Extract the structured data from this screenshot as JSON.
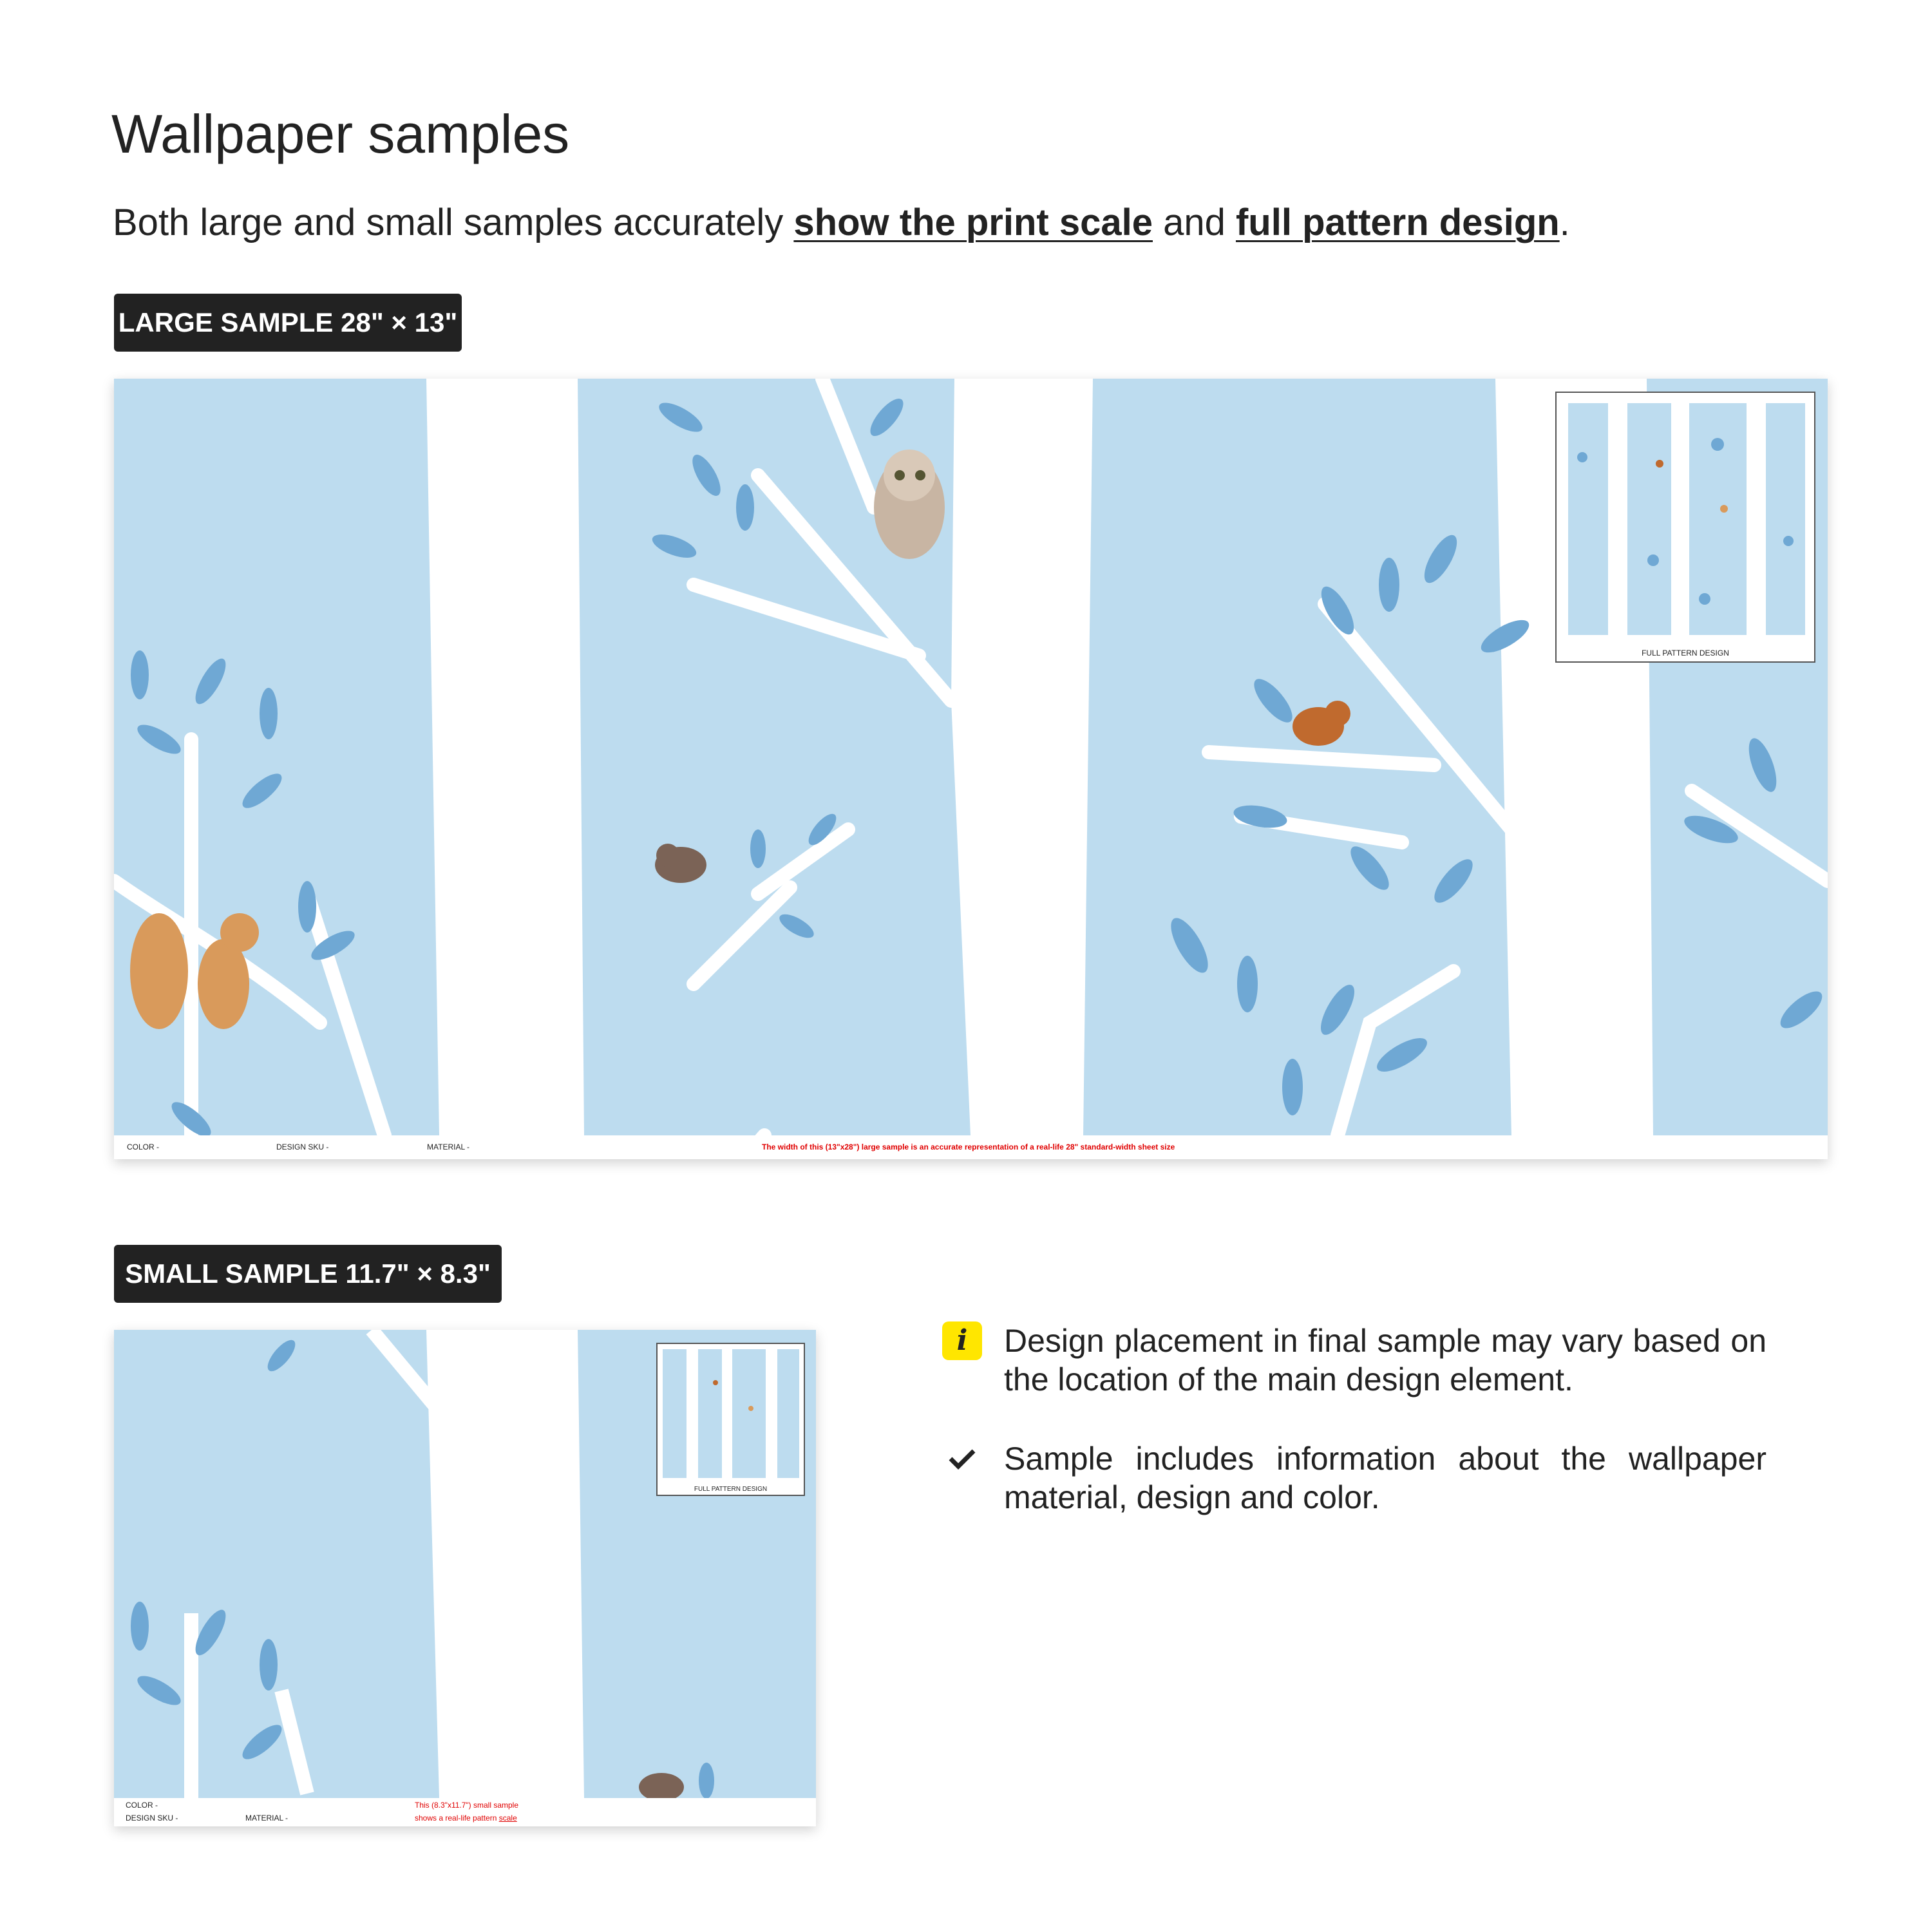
{
  "title": "Wallpaper samples",
  "subtitle": {
    "prefix": "Both large and small samples accurately ",
    "link1": "show the print scale",
    "middle": " and ",
    "link2": "full pattern design",
    "suffix": "."
  },
  "large": {
    "badge": "LARGE SAMPLE 28\" × 13\"",
    "color": "COLOR -",
    "sku": "DESIGN SKU -",
    "material": "MATERIAL -",
    "note": "The width of this (13\"x28\") large sample is an accurate representation of a real-life 28\" standard-width sheet size",
    "inset_caption": "FULL PATTERN DESIGN"
  },
  "small": {
    "badge": "SMALL SAMPLE 11.7\" × 8.3\"",
    "color": "COLOR -",
    "sku": "DESIGN SKU -",
    "material": "MATERIAL -",
    "note_line1": "This (8.3\"x11.7\") small sample",
    "note_line2_prefix": "shows a real-life pattern ",
    "note_line2_link": "scale",
    "inset_caption": "FULL PATTERN DESIGN"
  },
  "notes": [
    {
      "icon": "info-icon",
      "text": "Design placement in final sample may vary based on the location of the main design element."
    },
    {
      "icon": "check-icon",
      "text": "Sample includes information about the wallpaper material, design and color."
    }
  ],
  "colors": {
    "sky": "#bddcef",
    "leaf": "#6fa8d4",
    "badge": "#222222",
    "info": "#ffe600",
    "red": "#e00000"
  }
}
